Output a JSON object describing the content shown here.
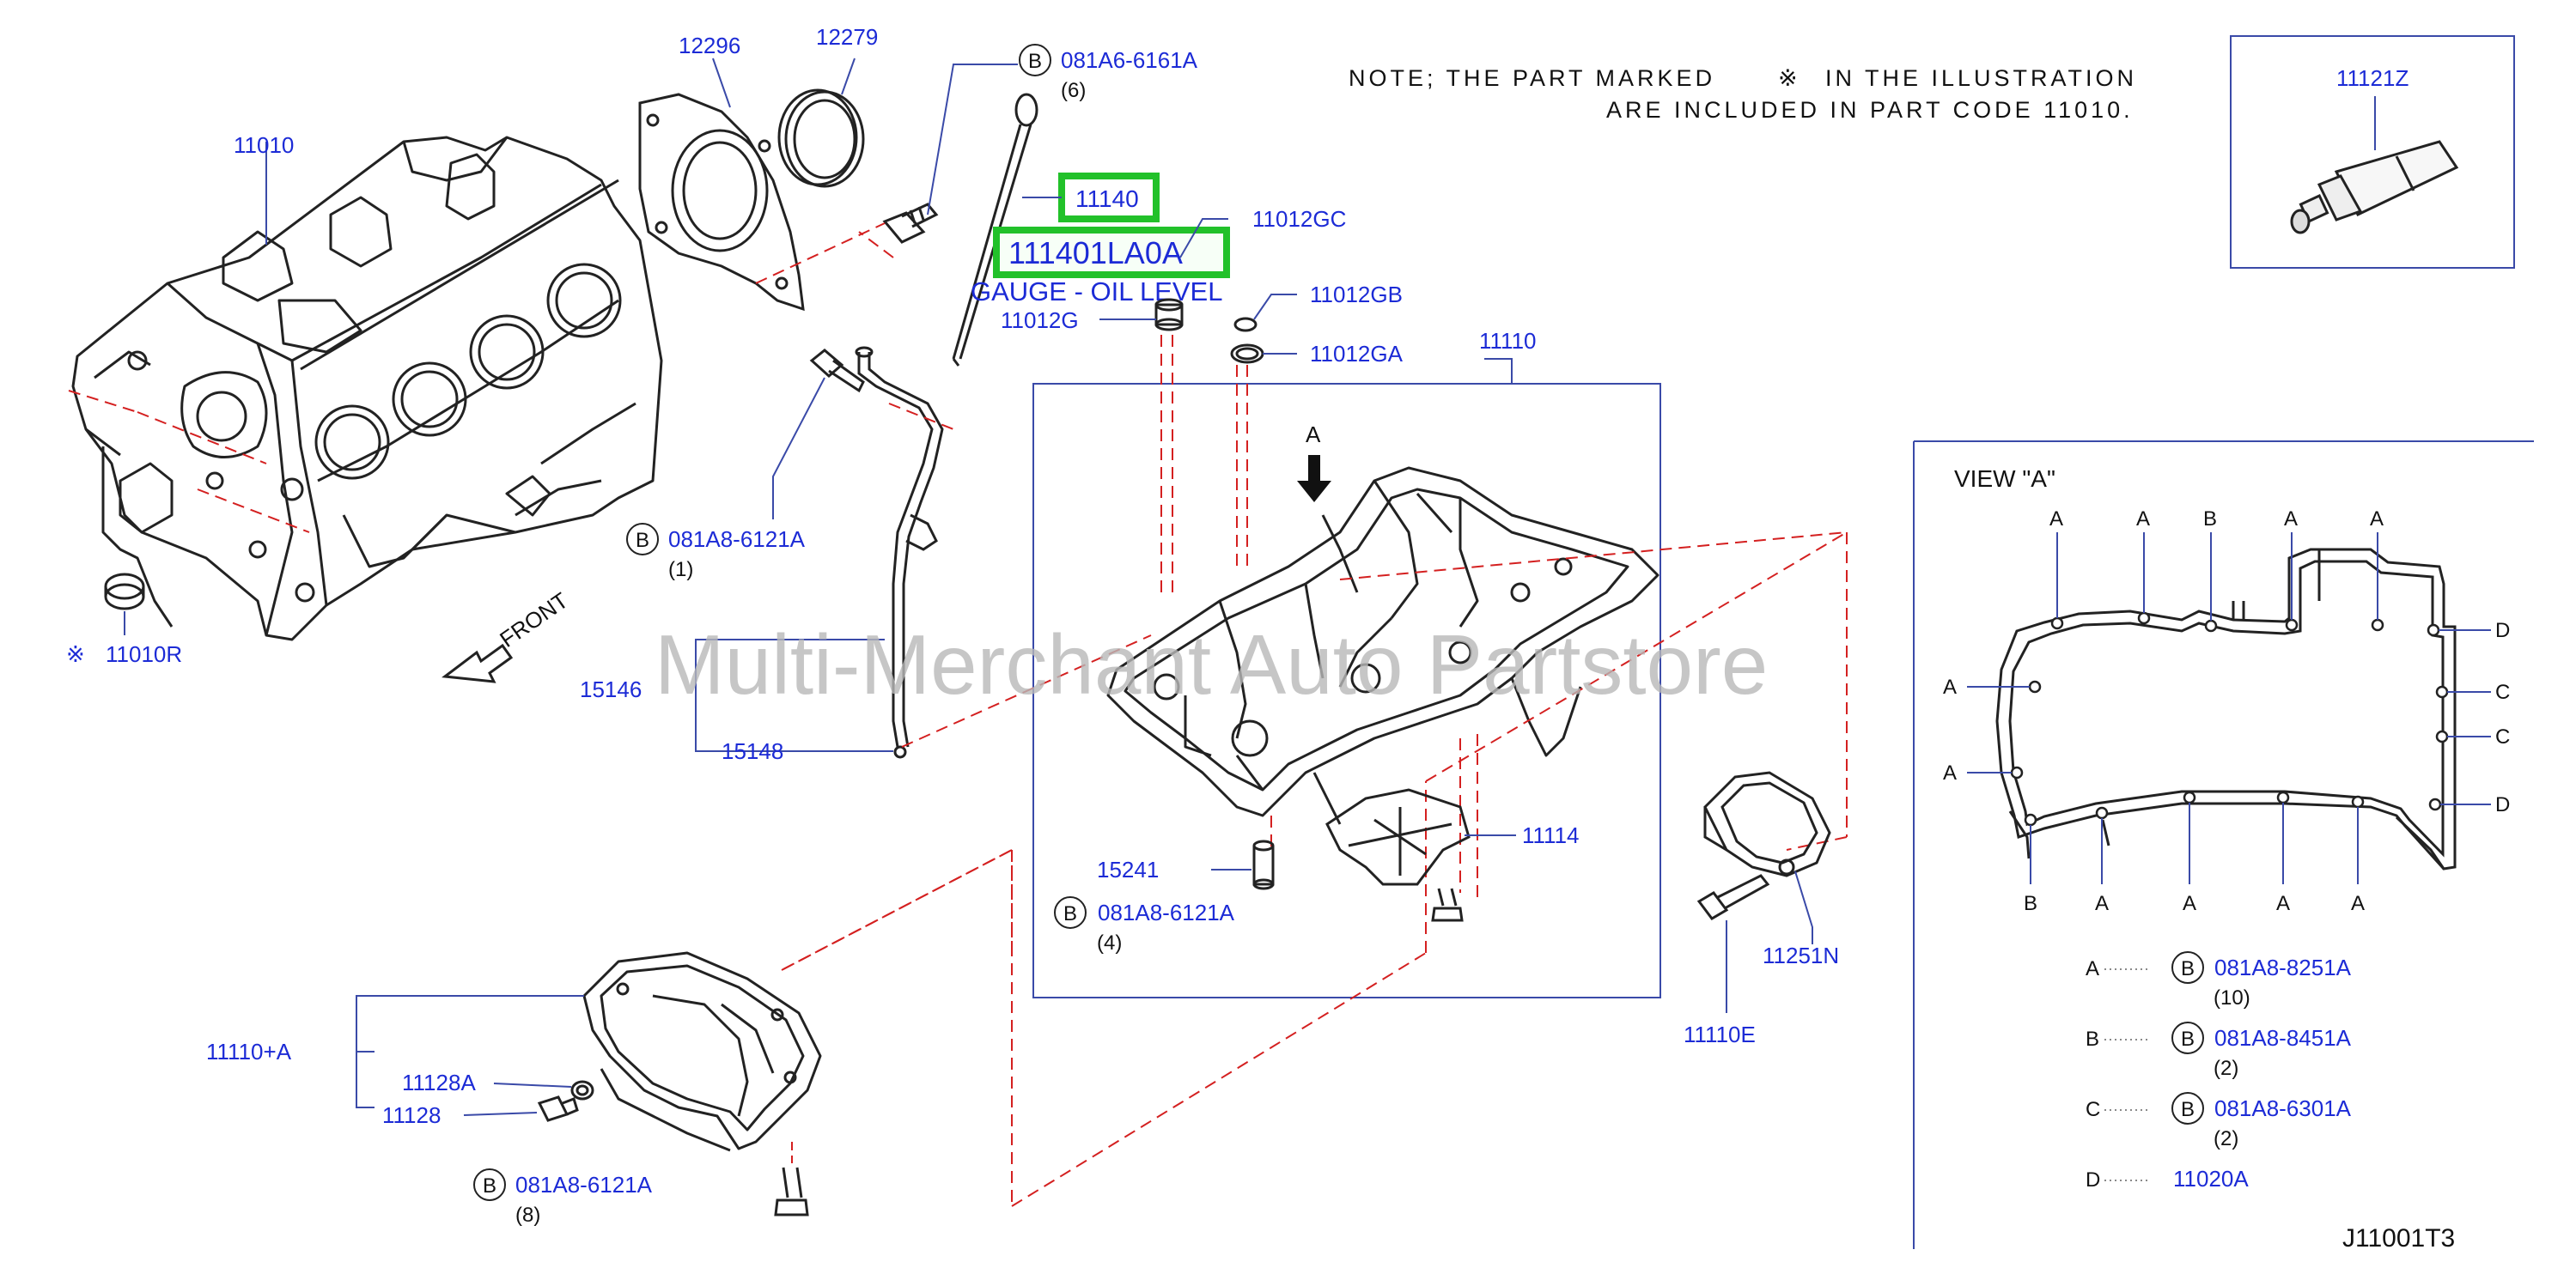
{
  "note": {
    "line1": "NOTE;  THE  PART  MARKED",
    "mark": "※",
    "line1b": "IN  THE  ILLUSTRATION",
    "line2": "ARE  INCLUDED  IN  PART  CODE  11010."
  },
  "watermark": "Multi-Merchant Auto Partstore",
  "diagram_code": "J11001T3",
  "highlight": {
    "part_number": "11140",
    "alt_number": "111401LA0A",
    "description": "GAUGE - OIL LEVEL"
  },
  "bolt_letter": "B",
  "parts": {
    "p11010": "11010",
    "p12296": "12296",
    "p12279": "12279",
    "p081A6_6161A": "081A6-6161A",
    "q6": "(6)",
    "p11012GC": "11012GC",
    "p11012G": "11012G",
    "p11012GB": "11012GB",
    "p11012GA": "11012GA",
    "p11110": "11110",
    "p081A8_6121A_1": "081A8-6121A",
    "q1": "(1)",
    "p11010R": "11010R",
    "front": "FRONT",
    "p15146": "15146",
    "p15148": "15148",
    "p15241": "15241",
    "p081A8_6121A_4": "081A8-6121A",
    "q4": "(4)",
    "p11114": "11114",
    "p11110A": "11110+A",
    "p11128A": "11128A",
    "p11128": "11128",
    "p081A8_6121A_8": "081A8-6121A",
    "q8": "(8)",
    "p11110E": "11110E",
    "p11251N": "11251N",
    "p11121Z": "11121Z",
    "view_a_arrow": "A"
  },
  "view_a": {
    "title": "VIEW  \"A\"",
    "top_labels": [
      "A",
      "A",
      "B",
      "A",
      "A"
    ],
    "right_labels": [
      "D",
      "C",
      "C",
      "D"
    ],
    "left_labels": [
      "A",
      "A"
    ],
    "bottom_labels": [
      "B",
      "A",
      "A",
      "A",
      "A"
    ]
  },
  "legend": [
    {
      "key": "A",
      "dots": "·········",
      "bolt": "B",
      "part": "081A8-8251A",
      "qty": "(10)"
    },
    {
      "key": "B",
      "dots": "·········",
      "bolt": "B",
      "part": "081A8-8451A",
      "qty": "(2)"
    },
    {
      "key": "C",
      "dots": "·········",
      "bolt": "B",
      "part": "081A8-6301A",
      "qty": "(2)"
    },
    {
      "key": "D",
      "dots": "·········",
      "bolt": "",
      "part": "11020A",
      "qty": ""
    }
  ],
  "colors": {
    "label_blue": "#1c2bd6",
    "highlight_green": "#22c12a",
    "leader_red": "#d42020",
    "box_blue": "#3a4aa8"
  }
}
